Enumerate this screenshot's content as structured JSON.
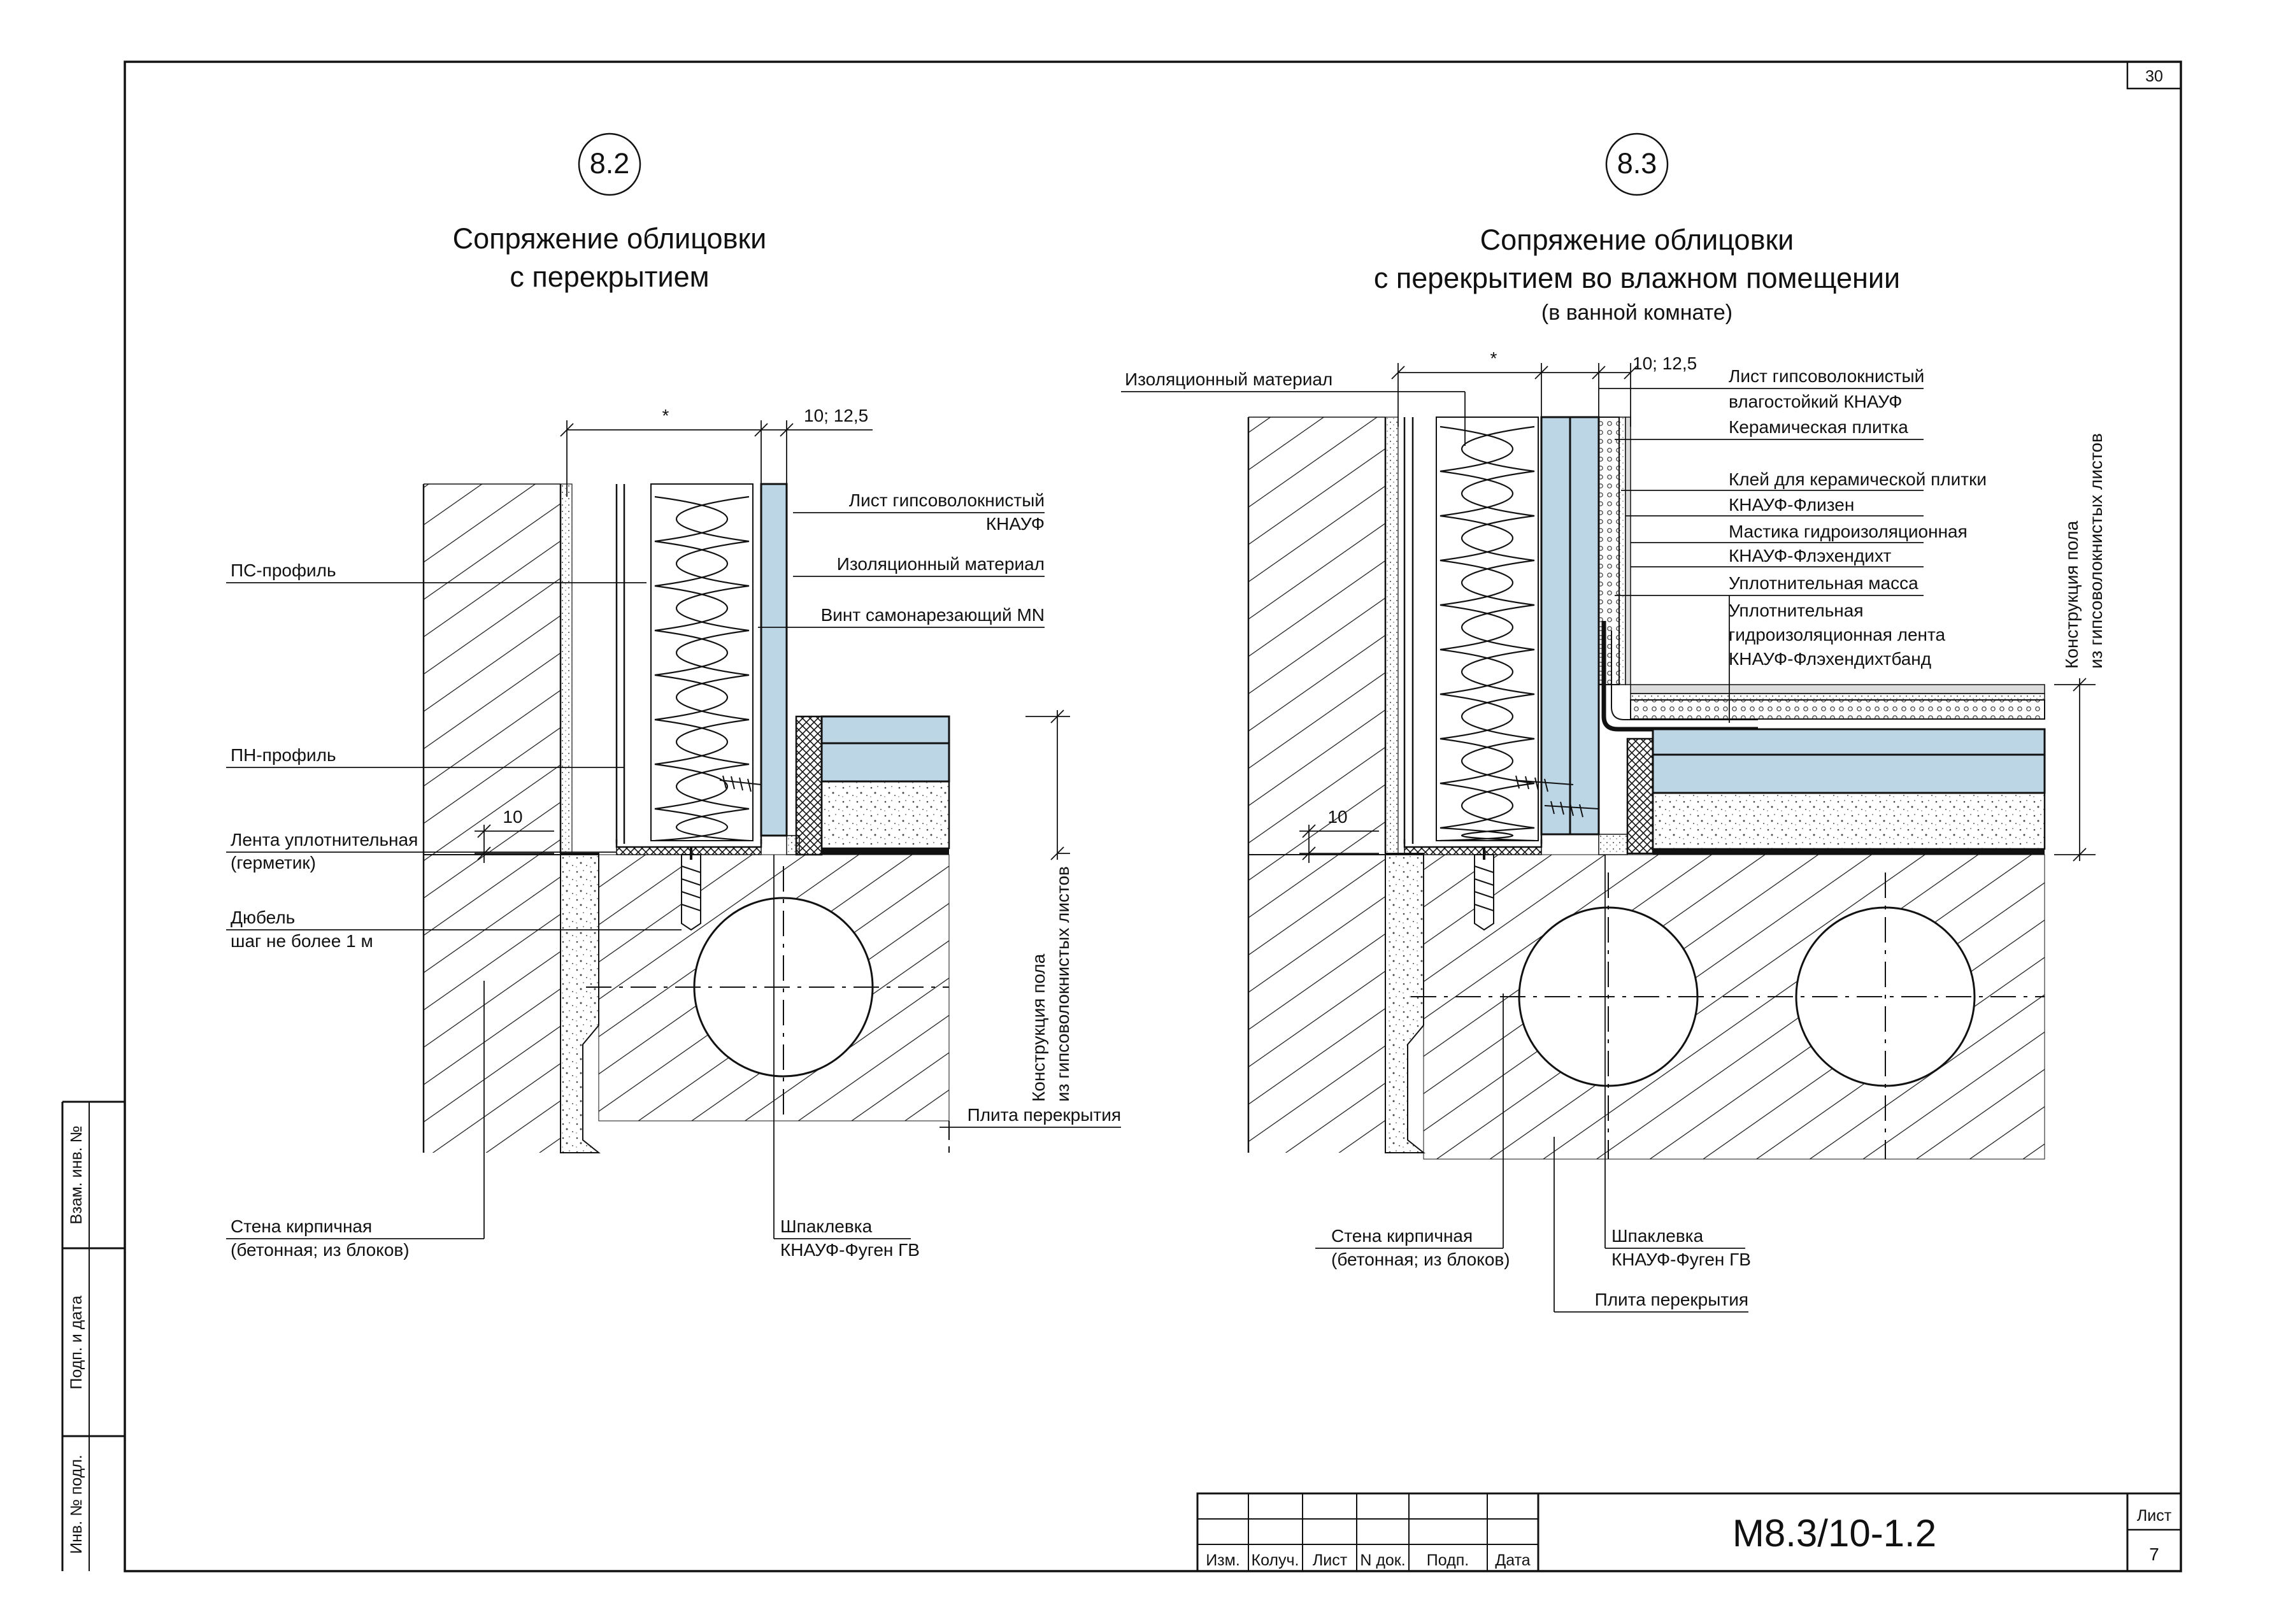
{
  "sheet": {
    "top_page_number": "30",
    "document_code": "М8.3/10-1.2",
    "sheet_label": "Лист",
    "sheet_number": "7",
    "title_block_columns": [
      "Изм.",
      "Колуч.",
      "Лист",
      "N док.",
      "Подп.",
      "Дата"
    ],
    "side_stamps": [
      "Взам. инв. №",
      "Подп. и дата",
      "Инв. № подл."
    ]
  },
  "detail_82": {
    "number": "8.2",
    "title_line1": "Сопряжение облицовки",
    "title_line2": "с перекрытием",
    "dim_star": "*",
    "dim_board": "10; 12,5",
    "dim_gap": "10",
    "labels": {
      "board_l1": "Лист гипсоволокнистый",
      "board_l2": "КНАУФ",
      "insulation": "Изоляционный материал",
      "screw": "Винт самонарезающий MN",
      "ps_profile": "ПС-профиль",
      "pn_profile": "ПН-профиль",
      "tape_l1": "Лента уплотнительная",
      "tape_l2": "(герметик)",
      "dowel_l1": "Дюбель",
      "dowel_l2": "шаг не более 1 м",
      "floor_l1": "Конструкция пола",
      "floor_l2": "из гипсоволокнистых листов",
      "slab": "Плита перекрытия",
      "wall_l1": "Стена кирпичная",
      "wall_l2": "(бетонная; из блоков)",
      "putty_l1": "Шпаклевка",
      "putty_l2": "КНАУФ-Фуген ГВ"
    }
  },
  "detail_83": {
    "number": "8.3",
    "title_line1": "Сопряжение облицовки",
    "title_line2": "с перекрытием во влажном помещении",
    "title_line3": "(в ванной комнате)",
    "dim_star": "*",
    "dim_board": "10; 12,5",
    "dim_gap": "10",
    "labels": {
      "insulation": "Изоляционный материал",
      "board_l1": "Лист гипсоволокнистый",
      "board_l2": "влагостойкий КНАУФ",
      "tile": "Керамическая плитка",
      "glue_l1": "Клей для керамической плитки",
      "glue_l2": "КНАУФ-Флизен",
      "mastic_l1": "Мастика гидроизоляционная",
      "mastic_l2": "КНАУФ-Флэхендихт",
      "sealant": "Уплотнительная масса",
      "band_l1": "Уплотнительная",
      "band_l2": "гидроизоляционная лента",
      "band_l3": "КНАУФ-Флэхендихтбанд",
      "floor_l1": "Конструкция пола",
      "floor_l2": "из гипсоволокнистых листов",
      "wall_l1": "Стена кирпичная",
      "wall_l2": "(бетонная; из блоков)",
      "putty_l1": "Шпаклевка",
      "putty_l2": "КНАУФ-Фуген ГВ",
      "slab": "Плита перекрытия"
    }
  },
  "colors": {
    "line": "#111111",
    "board_fill": "#bcd6e6"
  }
}
